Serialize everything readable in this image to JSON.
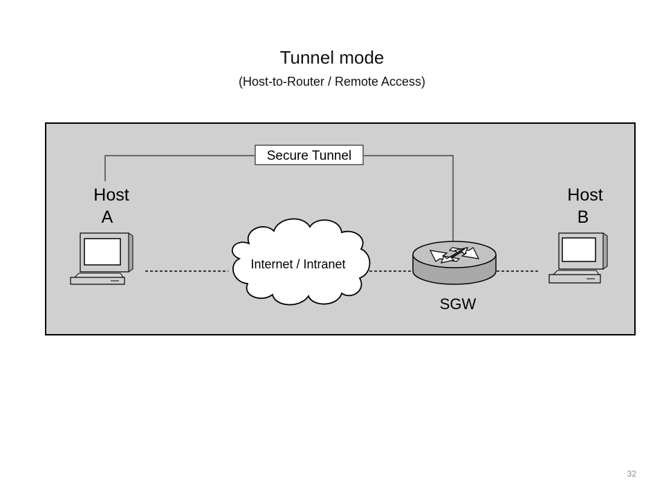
{
  "slide": {
    "title": "Tunnel mode",
    "subtitle": "(Host-to-Router / Remote Access)",
    "page_number": "32"
  },
  "diagram": {
    "background_color": "#d0d0d0",
    "tunnel_label": "Secure Tunnel",
    "host_a": {
      "label_line1": "Host",
      "label_line2": "A",
      "icon": "computer-icon"
    },
    "host_b": {
      "label_line1": "Host",
      "label_line2": "B",
      "icon": "computer-icon"
    },
    "cloud": {
      "label": "Internet / Intranet",
      "icon": "cloud-icon"
    },
    "gateway": {
      "label": "SGW",
      "icon": "router-icon"
    }
  }
}
